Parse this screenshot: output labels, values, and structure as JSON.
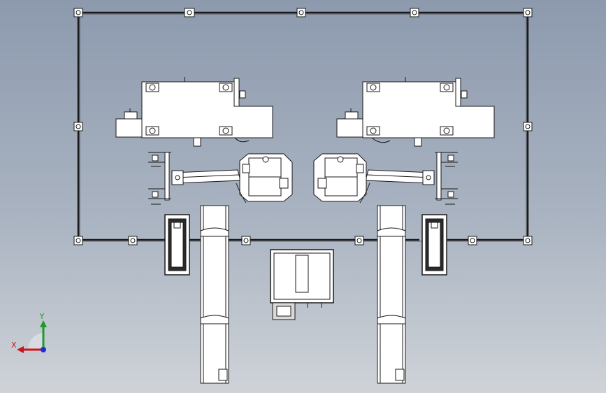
{
  "view": {
    "background_top": "#8d9aae",
    "background_bottom": "#cfd3d8",
    "line_color": "#1a1a1a",
    "part_fill": "#ffffff"
  },
  "triad": {
    "x_label": "X",
    "y_label": "Y",
    "x_color": "#d0121b",
    "y_color": "#1f9a2a",
    "z_color": "#1c2fd6"
  },
  "parts": [
    "fence-frame",
    "welding-power-source-left",
    "welding-power-source-right",
    "welding-robot-left",
    "welding-robot-right",
    "fixture-left",
    "fixture-right",
    "conveyor-left",
    "conveyor-right",
    "control-cabinet",
    "positioner-left",
    "positioner-right"
  ]
}
